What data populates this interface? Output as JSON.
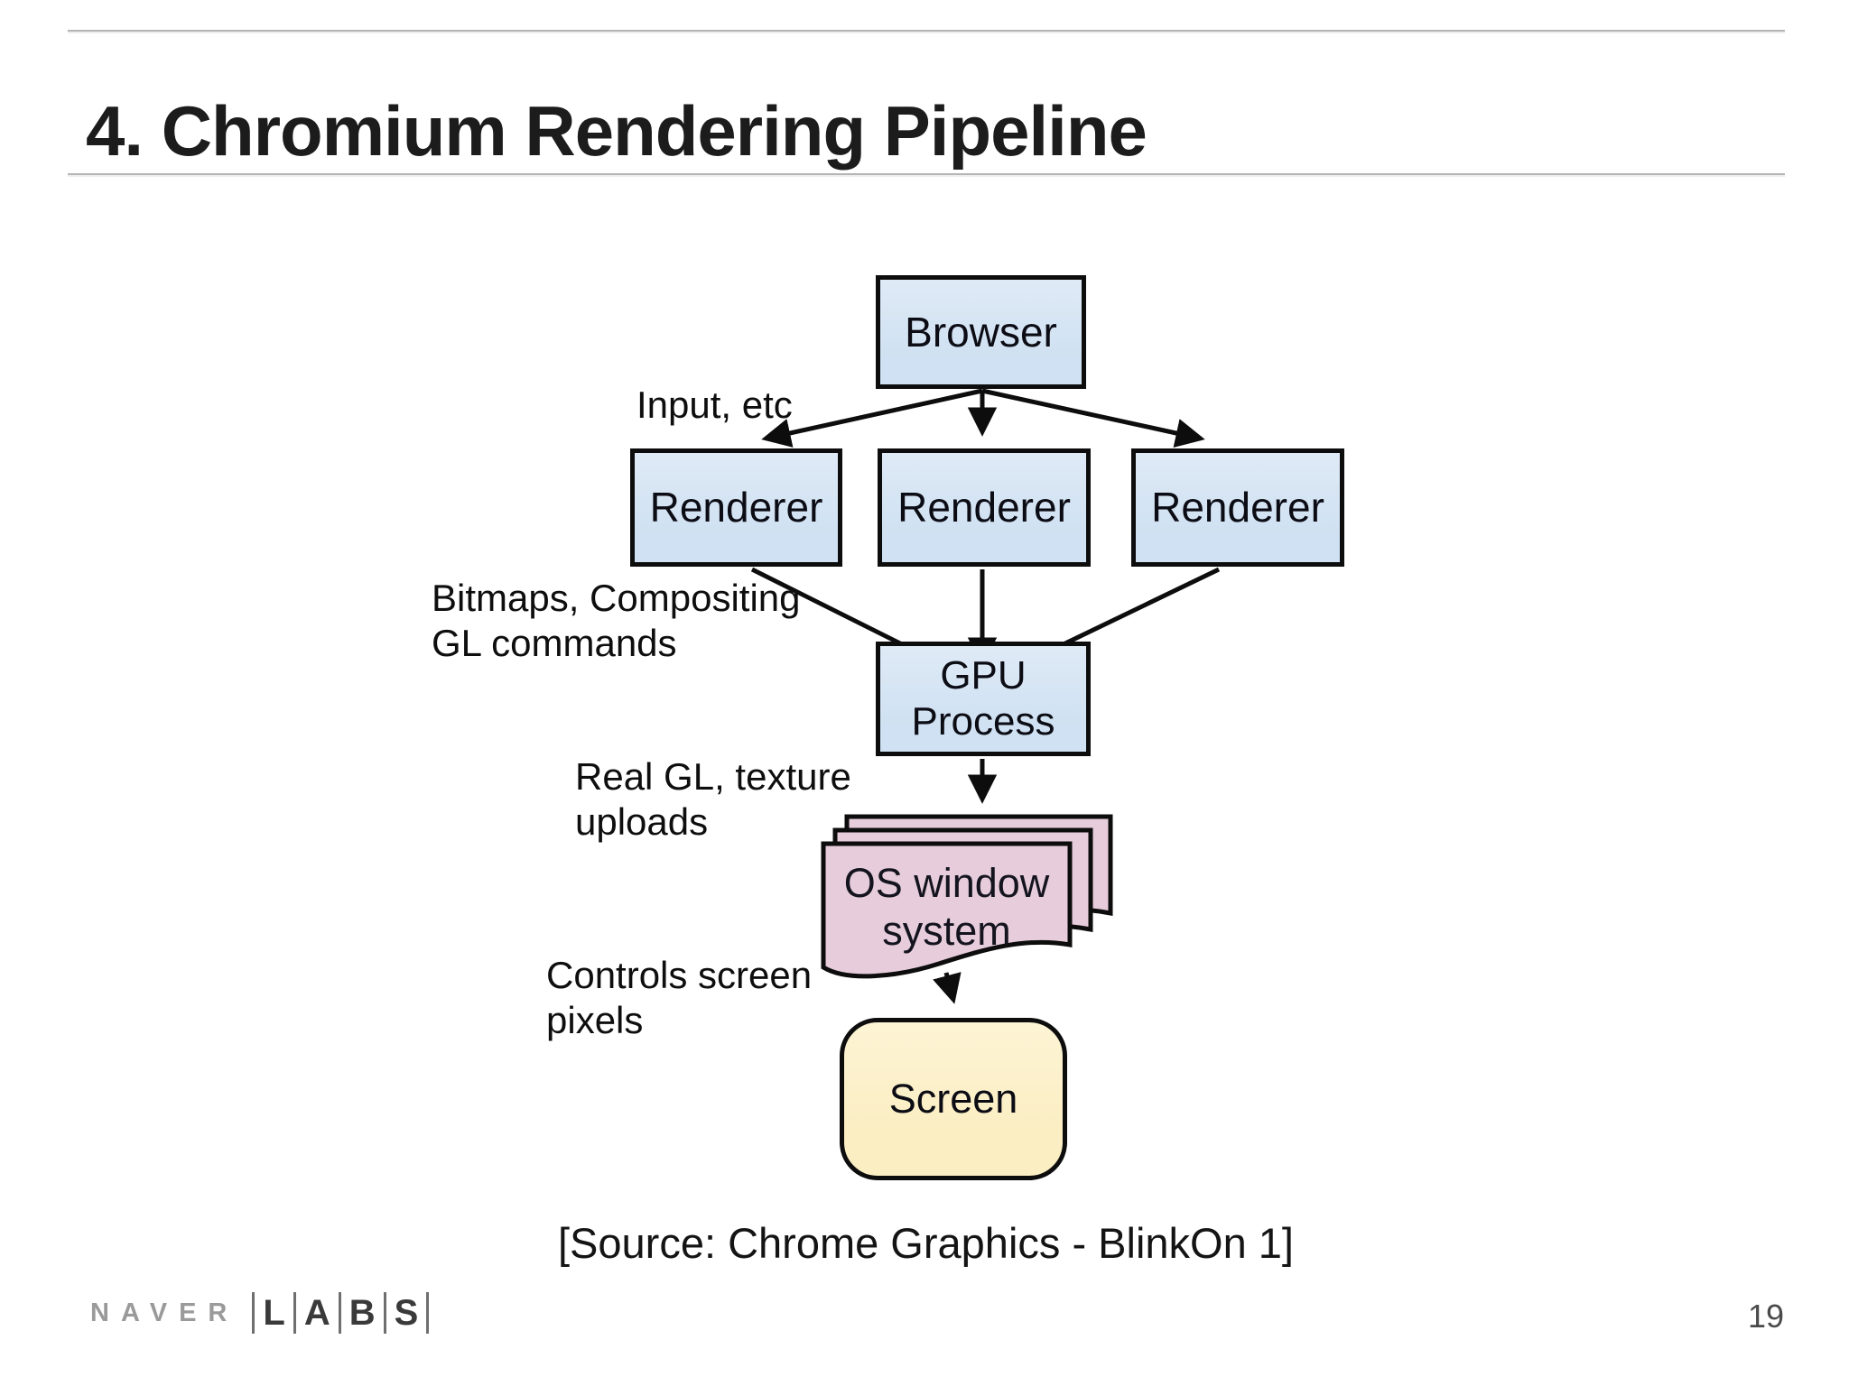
{
  "slide": {
    "title": "4. Chromium Rendering Pipeline",
    "source_caption": "[Source: Chrome Graphics - BlinkOn 1]",
    "page_number": "19"
  },
  "diagram": {
    "nodes": {
      "browser": "Browser",
      "renderer_left": "Renderer",
      "renderer_center": "Renderer",
      "renderer_right": "Renderer",
      "gpu": "GPU Process",
      "os_window": "OS window system",
      "screen": "Screen"
    },
    "edge_labels": {
      "input": "Input, etc",
      "bitmaps": "Bitmaps, Compositing GL commands",
      "real_gl": "Real GL, texture uploads",
      "controls": "Controls screen pixels"
    },
    "colors": {
      "process_fill": "#cfe1f2",
      "multidoc_fill": "#e7cddb",
      "terminator_fill": "#fbeec3",
      "stroke": "#0d0d0d"
    }
  },
  "footer": {
    "brand_naver": "NAVER",
    "brand_labs": [
      "L",
      "A",
      "B",
      "S"
    ]
  }
}
